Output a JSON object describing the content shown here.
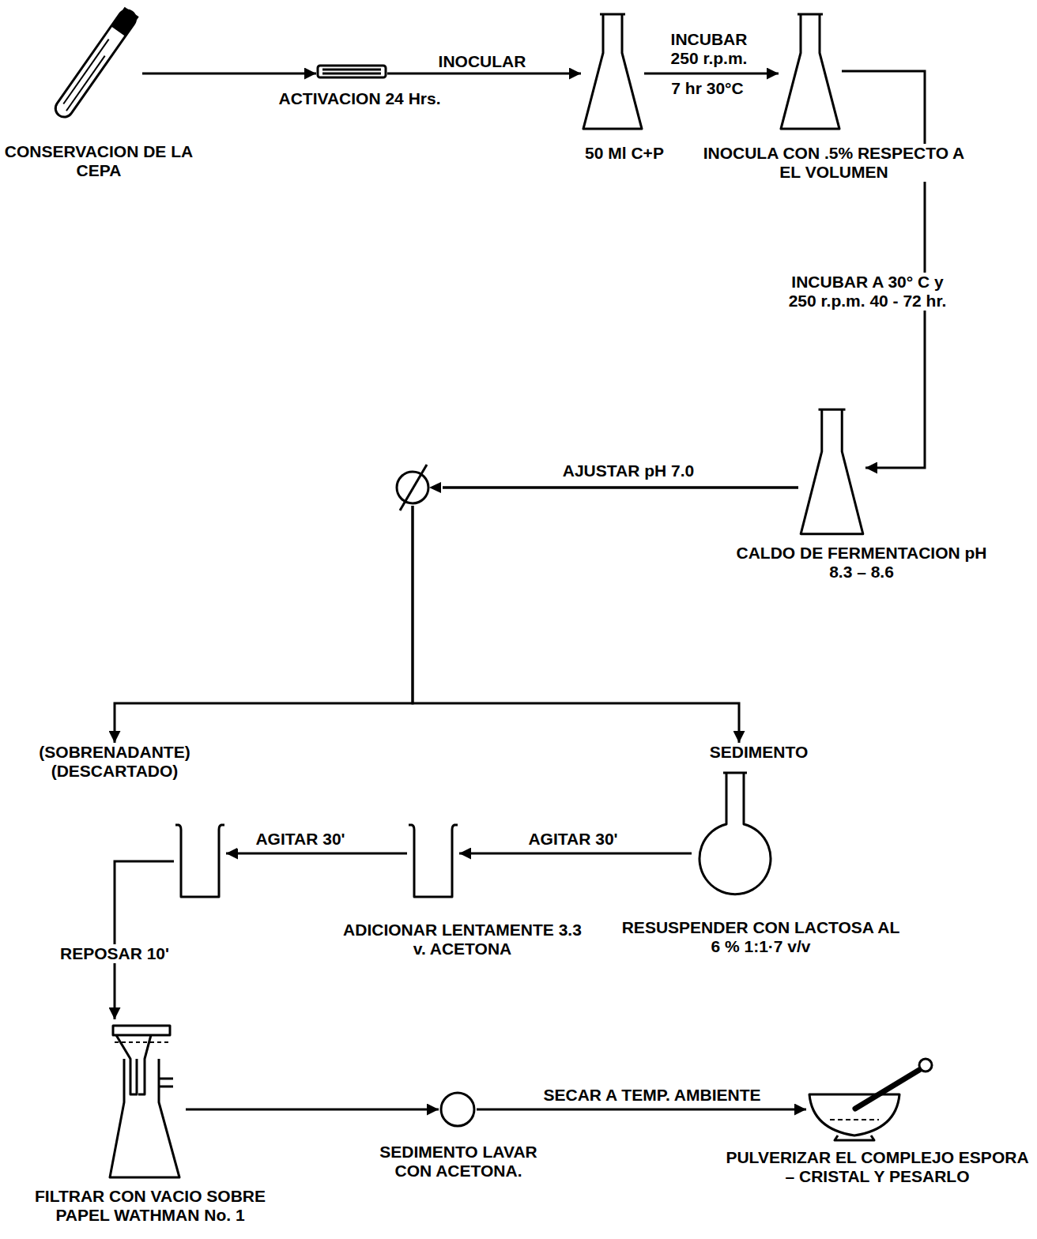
{
  "diagram": {
    "nodes": [
      {
        "text": [
          "CONSERVACION DE LA CEPA"
        ]
      },
      {
        "text": [
          "ACTIVACION 24 Hrs."
        ]
      },
      {
        "text": [
          "50 Ml C+P"
        ]
      },
      {
        "text": [
          "INOCULA CON .5% RESPECTO A EL VOLUMEN"
        ]
      },
      {
        "text": [
          "CALDO DE FERMENTACION pH 8.3 – 8.6"
        ]
      },
      {
        "text": [
          "(SOBRENADANTE) (DESCARTADO)"
        ]
      },
      {
        "text": [
          "SEDIMENTO",
          "RESUSPENDER CON LACTOSA AL 6 % 1:1·7 v/v"
        ]
      },
      {
        "text": [
          "ADICIONAR LENTAMENTE 3.3 v. ACETONA"
        ]
      },
      {
        "text": []
      },
      {
        "text": [
          "FILTRAR CON VACIO SOBRE PAPEL WATHMAN No. 1"
        ]
      },
      {
        "text": [
          "SEDIMENTO LAVAR CON ACETONA."
        ]
      },
      {
        "text": [
          "PULVERIZAR EL COMPLEJO ESPORA – CRISTAL Y PESARLO"
        ]
      }
    ],
    "edges": [
      {
        "from": 0,
        "to": 1,
        "arrow": "to"
      },
      {
        "from": 1,
        "to": 2,
        "label": "INOCULAR",
        "arrow": "to"
      },
      {
        "from": 2,
        "to": 3,
        "label": "INCUBAR 250 r.p.m.",
        "arrow": "to"
      },
      {
        "from": 3,
        "to": 4,
        "label": "INCUBAR A 30° C y 250 r.p.m. 40 - 72 hr.",
        "arrow": "to"
      },
      {
        "from": 4,
        "to": 5,
        "label": "AJUSTAR pH 7.0",
        "arrow": "to"
      },
      {
        "from": 4,
        "to": 6,
        "arrow": "to"
      },
      {
        "from": 6,
        "to": 7,
        "label": "AGITAR 30'",
        "arrow": "to"
      },
      {
        "from": 7,
        "to": 8,
        "label": "AGITAR 30'",
        "arrow": "to"
      },
      {
        "from": 8,
        "to": 9,
        "label": "REPOSAR 10'",
        "arrow": "to"
      },
      {
        "from": 9,
        "to": 10,
        "arrow": "to"
      },
      {
        "from": 10,
        "to": 11,
        "label": "SECAR A TEMP. AMBIENTE",
        "arrow": "to"
      }
    ],
    "labels": [
      "7 hr 30°C"
    ]
  }
}
